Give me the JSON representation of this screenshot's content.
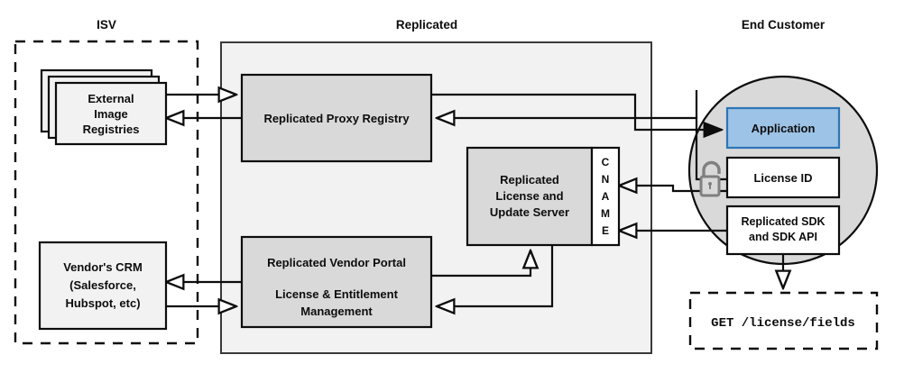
{
  "diagram": {
    "title_isv": "ISV",
    "title_replicated": "Replicated",
    "title_end_customer": "End Customer",
    "colors": {
      "panel_fill": "#f2f2f2",
      "box_fill": "#d9d9d9",
      "light_box_fill": "#f2f2f2",
      "circle_fill": "#d9d9d9",
      "app_fill": "#9dc3e6",
      "app_stroke": "#2e75b6",
      "app_text": "#1f4e79",
      "white": "#ffffff",
      "stroke": "#0d0d0d",
      "lock_stroke": "#808080"
    },
    "isv": {
      "registries": {
        "line1": "External",
        "line2": "Image",
        "line3": "Registries"
      },
      "crm": {
        "line1": "Vendor's CRM",
        "line2": "(Salesforce,",
        "line3": "Hubspot, etc)"
      }
    },
    "replicated": {
      "proxy_registry": "Replicated Proxy Registry",
      "license_server": {
        "line1": "Replicated",
        "line2": "License and",
        "line3": "Update Server"
      },
      "cname_letters": [
        "C",
        "N",
        "A",
        "M",
        "E"
      ],
      "vendor_portal": {
        "line1": "Replicated Vendor Portal",
        "line2": "License & Entitlement",
        "line3": "Management"
      }
    },
    "end_customer": {
      "application": "Application",
      "license_id": "License ID",
      "sdk": {
        "line1": "Replicated SDK",
        "line2": "and SDK API"
      },
      "lock_icon": "open-padlock-icon",
      "api_call": "GET /license/fields"
    }
  }
}
